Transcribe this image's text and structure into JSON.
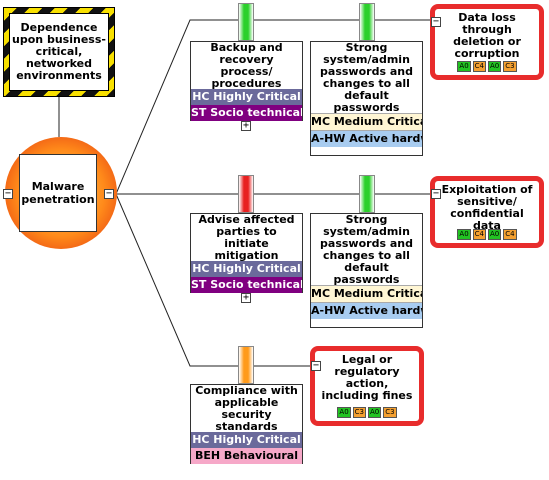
{
  "context": {
    "label": "Dependence upon business-critical, networked environments"
  },
  "risk": {
    "label": "Malware penetration"
  },
  "toggle_collapse": "−",
  "toggle_expand": "+",
  "branches": [
    {
      "control": {
        "title": "Backup and recovery process/ procedures",
        "tags": [
          "HC Highly Critical",
          "ST Socio technical"
        ],
        "light": "green"
      },
      "mitigation": {
        "title": "Strong system/admin passwords and changes to all default passwords",
        "tags": [
          "MC Medium Critical",
          "A-HW Active hardware"
        ],
        "light": "green"
      },
      "consequence": {
        "title": "Data loss through deletion or corruption",
        "ratings": [
          "A0",
          "C4",
          "A0",
          "C3"
        ],
        "color": "#e82c2c"
      }
    },
    {
      "control": {
        "title": "Advise affected parties to initiate mitigation",
        "tags": [
          "HC Highly Critical",
          "ST Socio technical"
        ],
        "light": "red"
      },
      "mitigation": {
        "title": "Strong system/admin passwords and changes to all default passwords",
        "tags": [
          "MC Medium Critical",
          "A-HW Active hardware"
        ],
        "light": "green"
      },
      "consequence": {
        "title": "Exploitation of sensitive/ confidential data",
        "ratings": [
          "A0",
          "C4",
          "A0",
          "C4"
        ],
        "color": "#e82c2c"
      }
    },
    {
      "control": {
        "title": "Compliance with applicable security standards",
        "tags": [
          "HC Highly Critical",
          "BEH Behavioural"
        ],
        "light": "amber"
      },
      "consequence": {
        "title": "Legal or regulatory action, including fines",
        "ratings": [
          "A0",
          "C3",
          "A0",
          "C3"
        ],
        "color": "#e82c2c"
      }
    }
  ]
}
